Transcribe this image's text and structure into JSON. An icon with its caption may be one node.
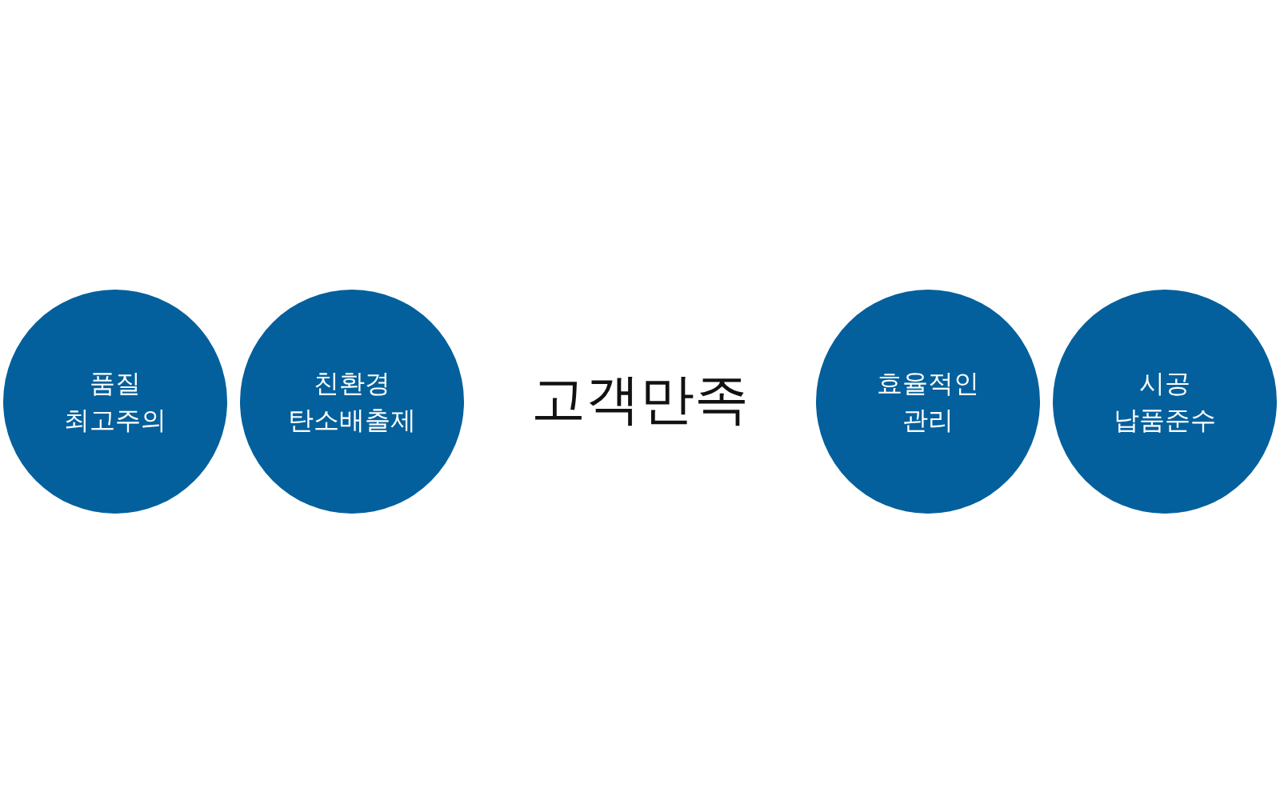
{
  "diagram": {
    "nodes": [
      {
        "text": [
          "품질 최고주의"
        ]
      },
      {
        "text": [
          "친환경 탄소배출제"
        ]
      },
      {
        "text": [
          "효율적인 관리"
        ]
      },
      {
        "text": [
          "시공 납품준수"
        ]
      }
    ],
    "labels": [
      "고객만족"
    ]
  }
}
